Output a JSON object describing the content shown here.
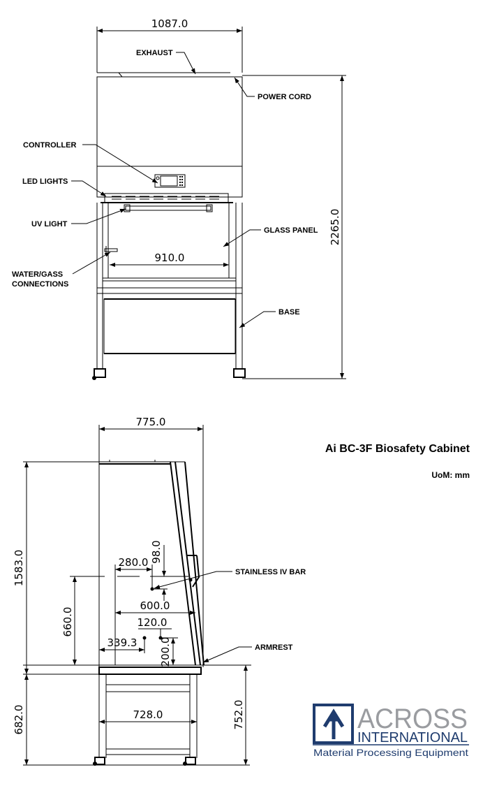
{
  "title": "Ai BC-3F Biosafety Cabinet",
  "uom": "UoM: mm",
  "front_view": {
    "labels": {
      "exhaust": "EXHAUST",
      "power_cord": "POWER CORD",
      "controller": "CONTROLLER",
      "led_lights": "LED LIGHTS",
      "uv_light": "UV LIGHT",
      "glass_panel": "GLASS PANEL",
      "water_gas_1": "WATER/GASS",
      "water_gas_2": "CONNECTIONS",
      "base": "BASE"
    },
    "dimensions": {
      "width": "1087.0",
      "height": "2265.0",
      "inner_width": "910.0"
    }
  },
  "side_view": {
    "labels": {
      "iv_bar": "STAINLESS IV BAR",
      "armrest": "ARMREST"
    },
    "dimensions": {
      "depth": "775.0",
      "cabinet_height": "1583.0",
      "base_height": "682.0",
      "floor_to_armrest": "752.0",
      "iv_bar_height": "660.0",
      "d280": "280.0",
      "d98": "98.0",
      "d600": "600.0",
      "d120": "120.0",
      "d339": "339.3",
      "d200": "200.0",
      "base_depth": "728.0"
    }
  },
  "logo": {
    "brand_top": "ACROSS",
    "brand_bottom": "INTERNATIONAL",
    "tagline": "Material Processing Equipment",
    "colors": {
      "navy": "#1f3c6e",
      "gray": "#9a9ca0"
    }
  }
}
